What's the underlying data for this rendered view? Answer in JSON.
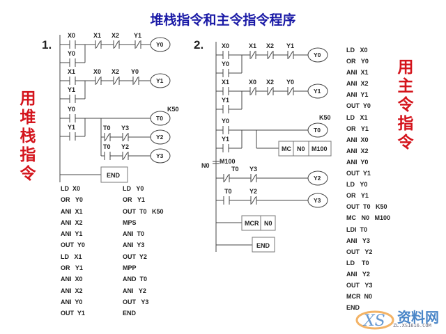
{
  "title": "堆栈指令和主令指令程序",
  "section1": {
    "number": "1.",
    "side_label": [
      "用",
      "堆",
      "栈",
      "指",
      "令"
    ],
    "rungs": [
      {
        "contacts": [
          {
            "name": "X0",
            "type": "NO"
          },
          {
            "name": "X1",
            "type": "NC"
          },
          {
            "name": "X2",
            "type": "NC"
          },
          {
            "name": "Y1",
            "type": "NC"
          }
        ],
        "parallel": {
          "name": "Y0",
          "type": "NO"
        },
        "coil": "Y0"
      },
      {
        "contacts": [
          {
            "name": "X1",
            "type": "NO"
          },
          {
            "name": "X0",
            "type": "NC"
          },
          {
            "name": "X2",
            "type": "NC"
          },
          {
            "name": "Y0",
            "type": "NC"
          }
        ],
        "parallel": {
          "name": "Y1",
          "type": "NO"
        },
        "coil": "Y1"
      },
      {
        "contacts": [
          {
            "name": "Y0",
            "type": "NO"
          }
        ],
        "parallel": {
          "name": "Y1",
          "type": "NO"
        },
        "coil": "T0",
        "coil_param": "K50",
        "branches": [
          {
            "contacts": [
              {
                "name": "T0",
                "type": "NC"
              },
              {
                "name": "Y3",
                "type": "NC"
              }
            ],
            "coil": "Y2"
          },
          {
            "contacts": [
              {
                "name": "T0",
                "type": "NO"
              },
              {
                "name": "Y2",
                "type": "NC"
              }
            ],
            "coil": "Y3"
          }
        ]
      },
      {
        "box": "END"
      }
    ],
    "code_col1": [
      "LD  X0",
      "OR   Y0",
      "ANI  X1",
      "ANI  X2",
      "ANI  Y1",
      "OUT  Y0",
      "LD   X1",
      "OR   Y1",
      "ANI  X0",
      "ANI  X2",
      "ANI  Y0",
      "OUT  Y1"
    ],
    "code_col2": [
      "LD   Y0",
      "OR   Y1",
      "OUT  T0   K50",
      "MPS",
      "ANI  T0",
      "ANI  Y3",
      "OUT  Y2",
      "MPP",
      "AND  T0",
      "ANI   Y2",
      "OUT   Y3",
      "END"
    ]
  },
  "section2": {
    "number": "2.",
    "side_label": [
      "用",
      "主",
      "令",
      "指",
      "令"
    ],
    "rungs": [
      {
        "contacts": [
          {
            "name": "X0",
            "type": "NO"
          },
          {
            "name": "X1",
            "type": "NC"
          },
          {
            "name": "X2",
            "type": "NC"
          },
          {
            "name": "Y1",
            "type": "NC"
          }
        ],
        "parallel": {
          "name": "Y0",
          "type": "NO"
        },
        "coil": "Y0"
      },
      {
        "contacts": [
          {
            "name": "X1",
            "type": "NO"
          },
          {
            "name": "X0",
            "type": "NC"
          },
          {
            "name": "X2",
            "type": "NC"
          },
          {
            "name": "Y0",
            "type": "NC"
          }
        ],
        "parallel": {
          "name": "Y1",
          "type": "NO"
        },
        "coil": "Y1"
      },
      {
        "contacts": [
          {
            "name": "Y0",
            "type": "NO"
          }
        ],
        "parallel": {
          "name": "Y1",
          "type": "NO"
        },
        "coil": "T0",
        "coil_param": "K50",
        "mc_box": [
          "MC",
          "N0",
          "M100"
        ]
      },
      {
        "master_contact": {
          "nest": "N0",
          "name": "M100"
        }
      },
      {
        "contacts": [
          {
            "name": "T0",
            "type": "NC"
          },
          {
            "name": "Y3",
            "type": "NC"
          }
        ],
        "coil": "Y2"
      },
      {
        "contacts": [
          {
            "name": "T0",
            "type": "NO"
          },
          {
            "name": "Y2",
            "type": "NC"
          }
        ],
        "coil": "Y3"
      },
      {
        "mcr_box": [
          "MCR",
          "N0"
        ]
      },
      {
        "box": "END"
      }
    ],
    "code": [
      "LD   X0",
      "OR   Y0",
      "ANI  X1",
      "ANI  X2",
      "ANI  Y1",
      "OUT  Y0",
      "LD   X1",
      "OR   Y1",
      "ANI  X0",
      "ANI  X2",
      "ANI  Y0",
      "OUT  Y1",
      "LD   Y0",
      "OR   Y1",
      "OUT  T0   K50",
      "MC   N0   M100",
      "LDI  T0",
      "ANI   Y3",
      "OUT   Y2",
      "LD    T0",
      "ANI   Y2",
      "OUT   Y3",
      "MCR  N0",
      "END"
    ]
  },
  "watermark": {
    "brand": "资料网",
    "logo": "XS",
    "url": "ZL.XS1616.COM"
  }
}
